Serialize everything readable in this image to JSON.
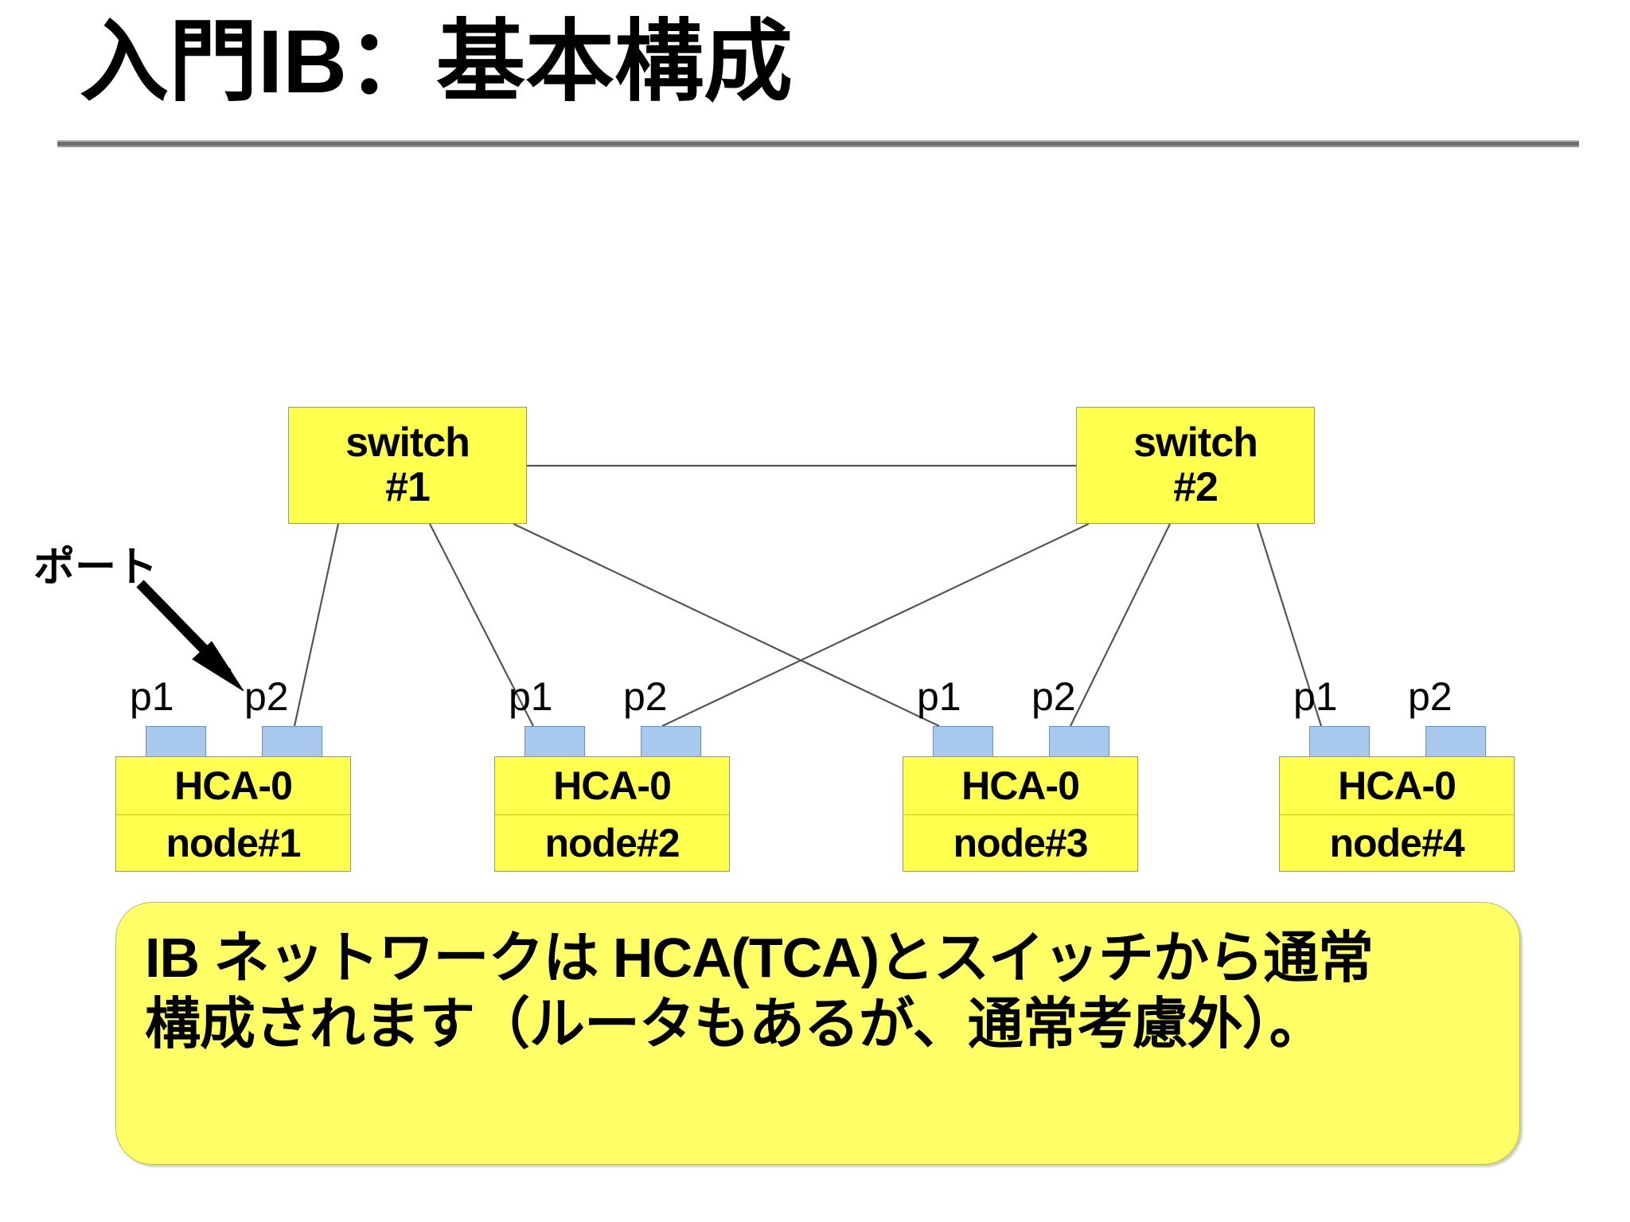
{
  "slide": {
    "title": "入門IB：基本構成",
    "background_color": "#ffffff",
    "rule_color": "#6e6e6e"
  },
  "colors": {
    "box_fill": "#ffff4d",
    "box_border": "#9a9a6a",
    "port_fill": "#a8c8ee",
    "port_border": "#6a8fc0",
    "callout_fill": "#ffff66",
    "link_color": "#555555"
  },
  "diagram": {
    "port_annotation": "ポート",
    "switches": [
      {
        "name": "switch",
        "id": "#1"
      },
      {
        "name": "switch",
        "id": "#2"
      }
    ],
    "nodes": [
      {
        "hca": "HCA-0",
        "node": "node#1",
        "ports": [
          "p1",
          "p2"
        ]
      },
      {
        "hca": "HCA-0",
        "node": "node#2",
        "ports": [
          "p1",
          "p2"
        ]
      },
      {
        "hca": "HCA-0",
        "node": "node#3",
        "ports": [
          "p1",
          "p2"
        ]
      },
      {
        "hca": "HCA-0",
        "node": "node#4",
        "ports": [
          "p1",
          "p2"
        ]
      }
    ],
    "links": [
      {
        "from": "switch#1",
        "to": "switch#2"
      },
      {
        "from": "switch#1",
        "to": "node#1 p2"
      },
      {
        "from": "switch#1",
        "to": "node#2 p1"
      },
      {
        "from": "switch#1",
        "to": "node#3 p1"
      },
      {
        "from": "switch#2",
        "to": "node#2 p2"
      },
      {
        "from": "switch#2",
        "to": "node#3 p2"
      },
      {
        "from": "switch#2",
        "to": "node#4 p1"
      }
    ]
  },
  "callout": {
    "text": "IB ネットワークは HCA(TCA)とスイッチから通常\n構成されます（ルータもあるが、通常考慮外）。"
  }
}
